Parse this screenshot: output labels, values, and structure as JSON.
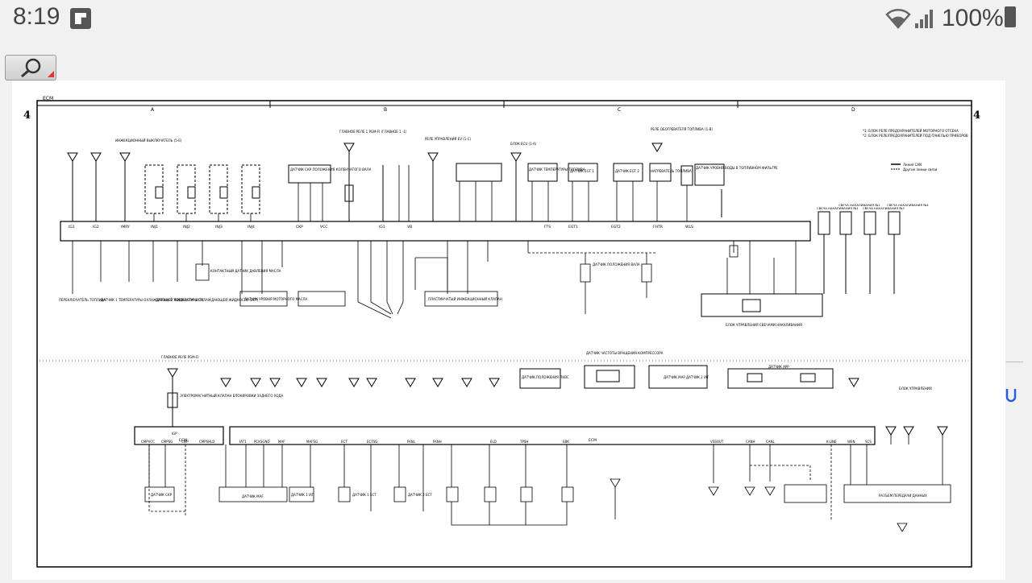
{
  "status_bar": {
    "time": "8:19",
    "battery": "100%",
    "icons": [
      "app-notification-icon",
      "wifi-icon",
      "signal-icon",
      "battery-icon"
    ]
  },
  "toolbar": {
    "zoom_icon": "magnifier-icon"
  },
  "diagram": {
    "ecm_label": "ECM",
    "page_left": "4",
    "page_right": "4",
    "zones": [
      "A",
      "B",
      "C",
      "D"
    ],
    "top_labels": [
      "ИНЖЕКЦИОННЫЙ ВЫКЛЮЧАТЕЛЬ (5-E)",
      "ГЛАВНОЕ РЕЛЕ 1 PGM-FI (ГЛАВНОЕ 1 -1)",
      "РЕЛЕ УПРАВЛЕНИЯ EV (1-C)",
      "БЛОК ECU (1-A)",
      "РЕЛЕ ОБОГРЕВАТЕЛЯ ТОПЛИВА (1-B)",
      "ДАТЧИК СКР ПОЛОЖЕНИЯ КОЛЕНЧАТОГО ВАЛА",
      "ДАТЧИК ТЕМПЕРАТУРЫ ТОПЛИВА",
      "ДАТЧИК EGT 1",
      "ДАТЧИК EGT 2",
      "НАГРЕВАТЕЛЬ ТОПЛИВА",
      "ДАТЧИК УРОВНЯ ВОДЫ В ТОПЛИВНОМ ФИЛЬТРЕ"
    ],
    "bus_pins": [
      "IG1",
      "IG2",
      "IMRY",
      "INJ1",
      "INJ2",
      "INJ3",
      "INJ4",
      "CKP",
      "VCC",
      "IG1",
      "VB",
      "FTS",
      "EGT1",
      "EGT2",
      "FHTR",
      "WLS"
    ],
    "mid_labels": [
      "ПЕРЕКЛЮЧАТЕЛЬ ТОПЛИВА",
      "ДАТЧИК 1 ТЕМПЕРАТУРЫ ОХЛАЖДАЮЩЕЙ ЖИДКОСТИ (ECT)",
      "ДАТЧИК 2 ТЕМПЕРАТУРЫ ОХЛАЖДАЮЩЕЙ ЖИДКОСТИ (ECT)",
      "КОНТАКТНЫЙ ДАТЧИК ДАВЛЕНИЯ МАСЛА",
      "ДАТЧИК УРОВНЯ МОТОРНОГО МАСЛА",
      "ПЛАСТИНЧАТЫЙ ИНЖЕКЦИОННЫЙ КЛАПАН",
      "ДАТЧИК ПОЛОЖЕНИЯ ВАЛА",
      "БЛОК УПРАВЛЕНИЯ СВЕЧАМИ НАКАЛИВАНИЯ"
    ],
    "glow_plugs": [
      "СВЕЧА НАКАЛИВАНИЯ №1",
      "СВЕЧА НАКАЛИВАНИЯ №2",
      "СВЕЧА НАКАЛИВАНИЯ №3",
      "СВЕЧА НАКАЛИВАНИЯ №4"
    ],
    "legend": [
      "*1: БЛОК РЕЛЕ ПРЕДОХРАНИТЕЛЕЙ МОТОРНОГО ОТСЕКА",
      "*2: БЛОК РЕЛЕ/ПРЕДОХРАНИТЕЛЕЙ ПОД ПАНЕЛЬЮ ПРИБОРОВ",
      "Линия CAN",
      "Другие линии связи"
    ],
    "bottom_labels": [
      "ГЛАВНОЕ РЕЛЕ PGM-FI",
      "ЭЛЕКТРОМАГНИТНЫЙ КЛАПАН БЛОКИРОВКИ ЗАДНЕГО ХОДА",
      "ДАТЧИК CKP",
      "ДАТЧИК MAF",
      "ДАТЧИК 1 IAT",
      "ДАТЧИК 1 ECT",
      "ДАТЧИК 2 ECT",
      "ДАТЧИК ЧАСТОТЫ ВРАЩЕНИЯ КОМПРЕССОРА",
      "ДАТЧИК ПОЛОЖЕНИЯ ЛКВС",
      "ДАТЧИК MAP ДАТЧИК 2 IAT",
      "ДАТЧИК APP",
      "БЛОК УПРАВЛЕНИЯ",
      "РАЗЪЕМ ПЕРЕДАЧИ ДАННЫХ"
    ],
    "bottom_bus_pins": [
      "IGP",
      "CMPVCC",
      "CMPSG",
      "CMP",
      "CMPSHLD",
      "IAT1",
      "PCKSGND",
      "MAF",
      "MAFSG",
      "ECT",
      "ECTSG",
      "FANL",
      "FANH",
      "ELD",
      "TPSH",
      "EBK",
      "VSSOUT",
      "CANH",
      "CANL",
      "K-LINE",
      "WEN",
      "SCS"
    ],
    "bus_label_ecm": "ECM",
    "bus_label_ecm2": "ECM"
  }
}
